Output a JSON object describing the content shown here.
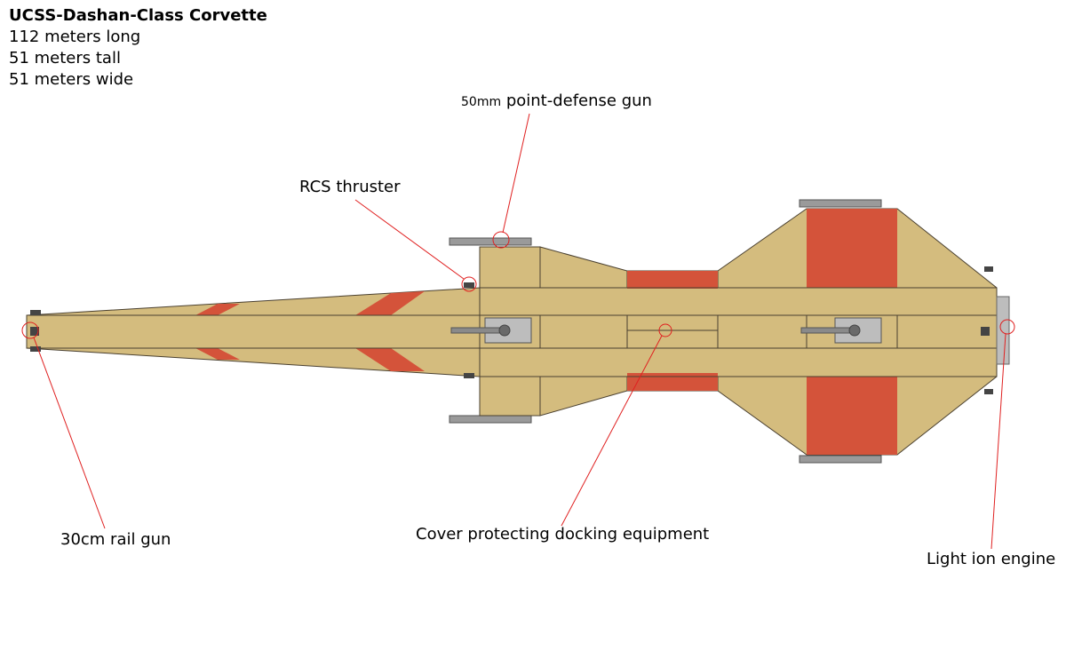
{
  "spec": {
    "title": "UCSS-Dashan-Class Corvette",
    "lines": [
      "112 meters long",
      "51 meters tall",
      "51 meters wide"
    ]
  },
  "labels": {
    "point_defense_unit": "50mm",
    "point_defense_text": " point-defense gun",
    "rcs": "RCS thruster",
    "rail_gun": "30cm rail gun",
    "docking_cover": "Cover protecting docking equipment",
    "engine": "Light ion engine"
  },
  "colors": {
    "hull": "#d4bc7e",
    "stripe": "#d4533a",
    "outline": "#4a4030",
    "metal": "#9a9a9a",
    "leader": "#e02020"
  }
}
